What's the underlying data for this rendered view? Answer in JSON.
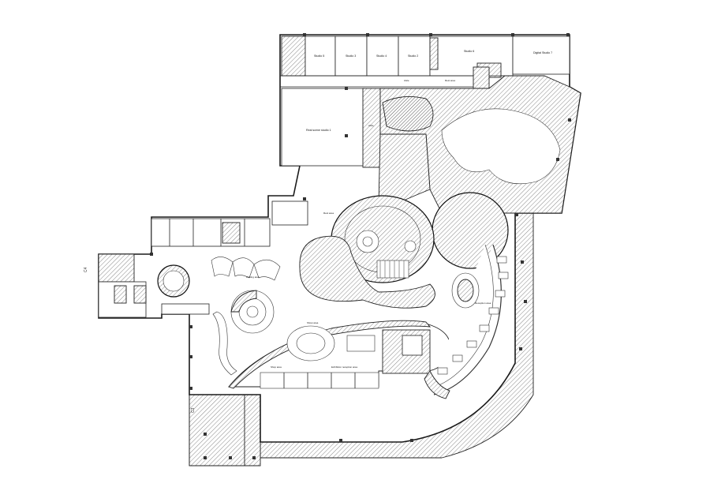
{
  "labels": {
    "studio_5": "Studio 5",
    "studio_3": "Studio 3",
    "studio_4": "Studio 4",
    "studio_2": "Studio 2",
    "studio_6": "Studio 6",
    "digital_studio_7": "Digital Studio 7",
    "aisle_1": "Aisle",
    "aisle_2": "Aisle",
    "rest_area_top": "Rest area",
    "real_scene_studio_1": "Real scene studio 1",
    "rest_area_mid": "Rest area",
    "waiting_area": "Waiting area",
    "show_area": "Show area",
    "shop_area": "Shop area",
    "exhibition_reception_area": "Exhibition reception area",
    "reception_area": "Reception area",
    "grid_c4": "C4",
    "grid_c3": "C3"
  }
}
